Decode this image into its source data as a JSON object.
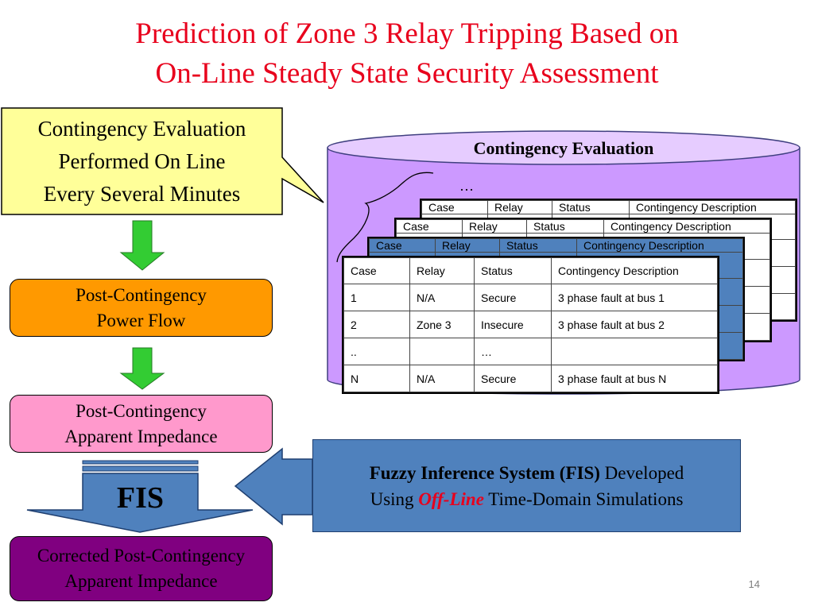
{
  "title": {
    "line1": "Prediction of Zone 3 Relay Tripping Based on",
    "line2": "On-Line Steady State Security Assessment"
  },
  "callout": {
    "line1": "Contingency Evaluation",
    "line2": "Performed On Line",
    "line3": "Every Several Minutes"
  },
  "flow": {
    "power_flow": {
      "line1": "Post-Contingency",
      "line2": "Power Flow"
    },
    "apparent_impedance": {
      "line1": "Post-Contingency",
      "line2": "Apparent Impedance"
    },
    "fis_label": "FIS",
    "corrected": {
      "line1": "Corrected Post-Contingency",
      "line2": "Apparent Impedance"
    }
  },
  "database": {
    "title": "Contingency Evaluation",
    "ellipsis": "…",
    "headers": [
      "Case",
      "Relay",
      "Status",
      "Contingency Description"
    ],
    "rows": [
      [
        "1",
        "N/A",
        "Secure",
        "3 phase fault at bus 1"
      ],
      [
        "2",
        "Zone 3",
        "Insecure",
        "3 phase fault at bus 2"
      ],
      [
        "..",
        "",
        "…",
        ""
      ],
      [
        "N",
        "N/A",
        "Secure",
        "3 phase fault at bus N"
      ]
    ]
  },
  "fuzzy": {
    "bold": "Fuzzy Inference System (FIS)",
    "rest1": " Developed",
    "using": "Using ",
    "offline": "Off-Line",
    "rest2": " Time-Domain Simulations"
  },
  "page_number": "14",
  "colors": {
    "title": "#e8001c",
    "callout": "#ffff99",
    "power_flow": "#ff9900",
    "apparent_impedance": "#ff99cc",
    "corrected": "#800080",
    "cylinder": "#cc99ff",
    "arrow_green": "#33cc33",
    "fis_blue": "#4f81bd"
  }
}
